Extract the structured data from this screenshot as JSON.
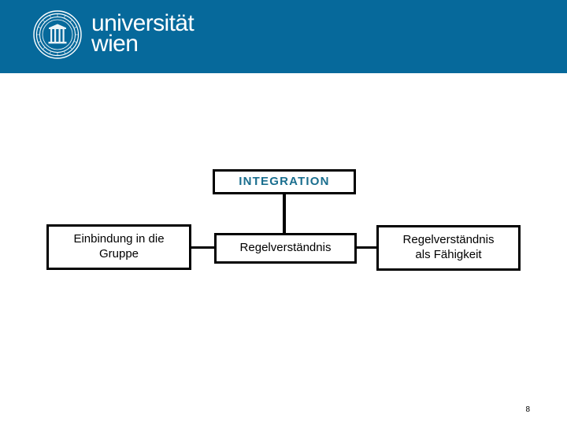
{
  "header": {
    "brand_line_1": "universität",
    "brand_line_2": "wien",
    "seal_icon": "university-seal-icon",
    "background_color": "#06699b"
  },
  "diagram": {
    "type": "flow-diagram",
    "accent_color": "#1a6e8e",
    "border_color": "#000000",
    "nodes": [
      {
        "id": "integration",
        "label": "INTEGRATION",
        "style": "accent-heading"
      },
      {
        "id": "einbindung",
        "label": "Einbindung in die Gruppe",
        "line_1": "Einbindung in die",
        "line_2": "Gruppe",
        "style": "plain"
      },
      {
        "id": "regelverstaendnis",
        "label": "Regelverständnis",
        "style": "plain"
      },
      {
        "id": "faehigkeit",
        "label": "Regelverständnis als Fähigkeit",
        "line_1": "Regelverständnis",
        "line_2": "als Fähigkeit",
        "style": "plain"
      }
    ],
    "connectors": [
      {
        "id": "integration-to-regelverstaendnis",
        "orientation": "vertical"
      },
      {
        "id": "einbindung-to-regelverstaendnis",
        "orientation": "horizontal"
      },
      {
        "id": "regelverstaendnis-to-faehigkeit",
        "orientation": "horizontal"
      }
    ]
  },
  "footer": {
    "page_number": "8"
  }
}
